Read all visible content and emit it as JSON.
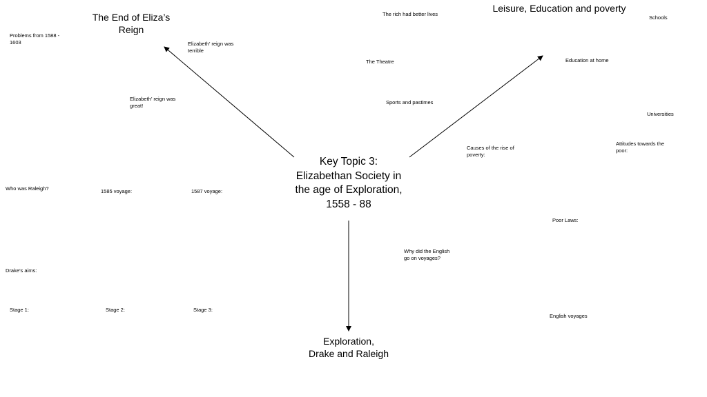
{
  "center_title": [
    "Key Topic 3:",
    "Elizabethan Society in",
    "the age of Exploration,",
    "1558 - 88"
  ],
  "headings": {
    "end_of_reign": [
      "The End of Eliza’s",
      "Reign"
    ],
    "leisure": "Leisure, Education and poverty",
    "exploration": [
      "Exploration,",
      "Drake and Raleigh"
    ]
  },
  "labels": {
    "problems": [
      "Problems from 1588 -",
      "1603"
    ],
    "reign_terrible": [
      "Elizabeth’ reign  was",
      "terrible"
    ],
    "reign_great": [
      "Elizabeth’ reign  was",
      "great!"
    ],
    "rich_better": "The rich had better lives",
    "theatre": "The Theatre",
    "sports": "Sports and pastimes",
    "schools": "Schools",
    "education_home": "Education at home",
    "universities": "Universities",
    "attitudes_poor": [
      "Attitudes towards the",
      "poor:"
    ],
    "causes_poverty": [
      "Causes of the rise of",
      "poverty:"
    ],
    "poor_laws": "Poor Laws:",
    "who_raleigh": "Who was Raleigh?",
    "voyage_1585": "1585 voyage:",
    "voyage_1587": "1587 voyage:",
    "why_voyages": [
      "Why did the English",
      "go on voyages?"
    ],
    "drake_aims": "Drake’s aims:",
    "stage1": "Stage 1:",
    "stage2": "Stage 2:",
    "stage3": "Stage 3:",
    "english_voyages": "English voyages"
  }
}
